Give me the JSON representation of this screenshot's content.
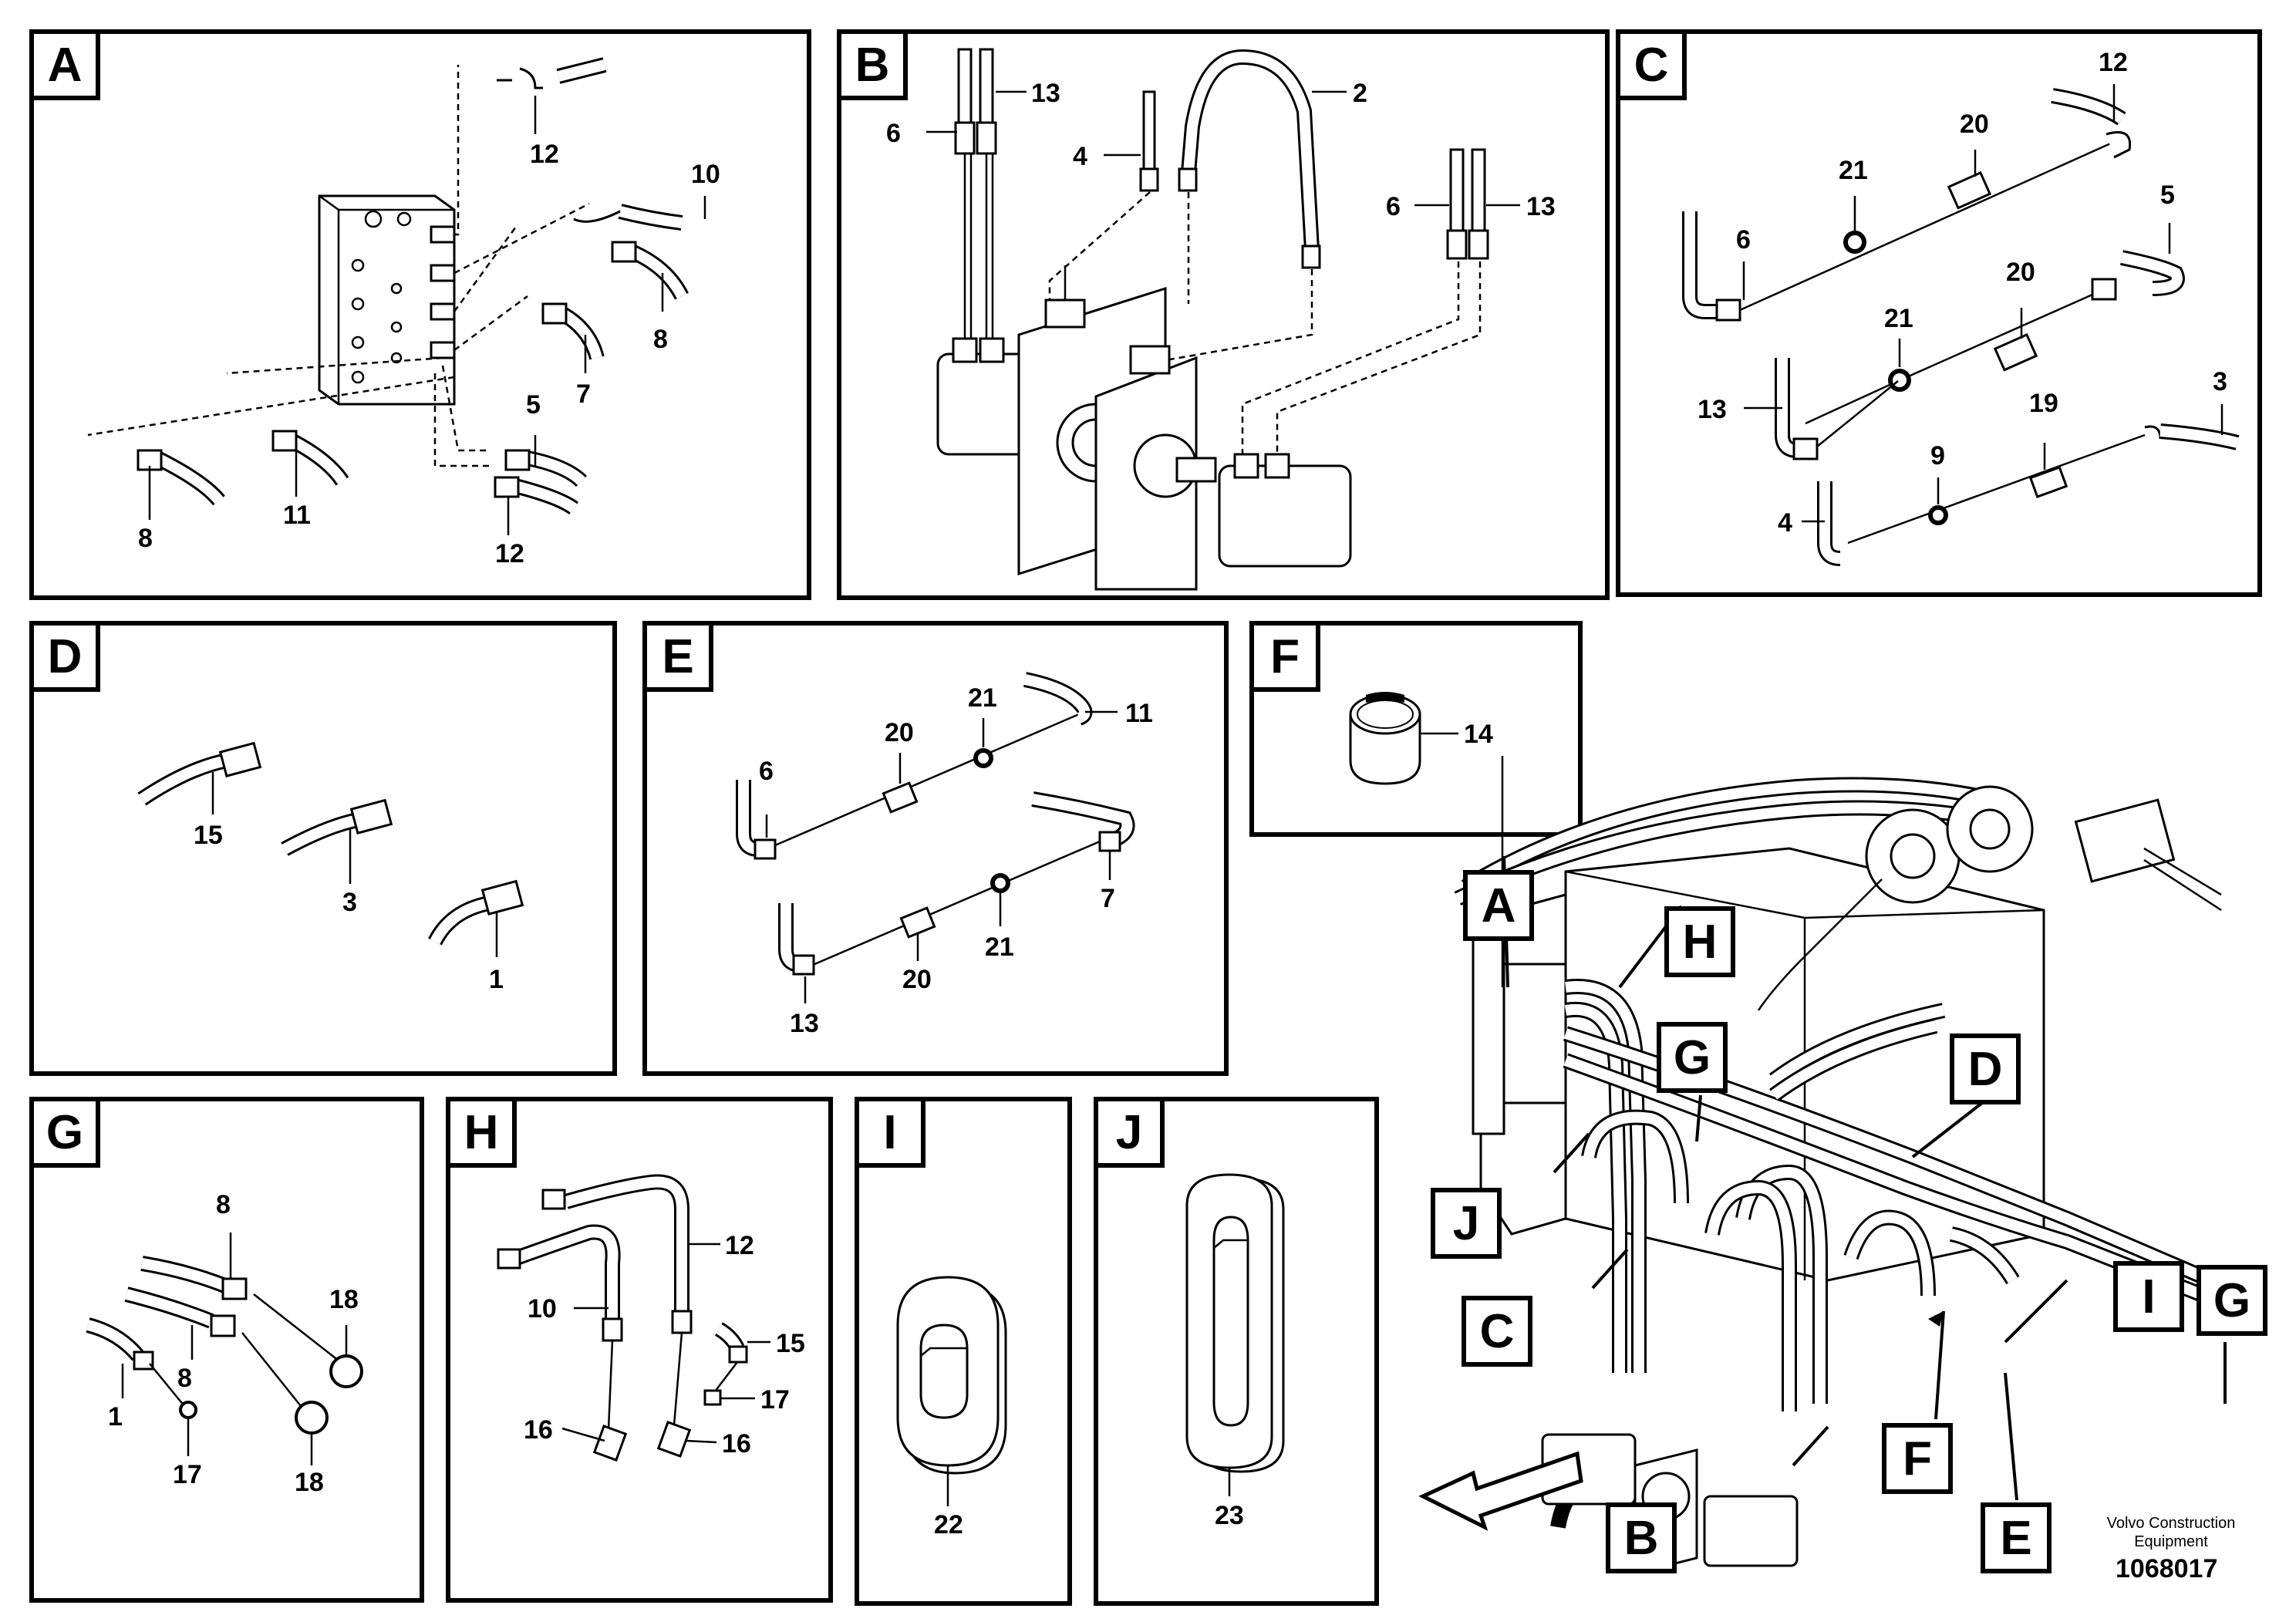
{
  "panels": {
    "A": {
      "label": "A",
      "numbers": [
        "12",
        "10",
        "8",
        "7",
        "5",
        "8",
        "11",
        "12"
      ]
    },
    "B": {
      "label": "B",
      "numbers": [
        "13",
        "6",
        "2",
        "4",
        "6",
        "13"
      ]
    },
    "C": {
      "label": "C",
      "numbers": [
        "12",
        "20",
        "21",
        "6",
        "5",
        "20",
        "21",
        "13",
        "3",
        "9",
        "19",
        "4"
      ]
    },
    "D": {
      "label": "D",
      "numbers": [
        "15",
        "3",
        "1"
      ]
    },
    "E": {
      "label": "E",
      "numbers": [
        "21",
        "11",
        "20",
        "6",
        "7",
        "21",
        "20",
        "13"
      ]
    },
    "F": {
      "label": "F",
      "numbers": [
        "14"
      ]
    },
    "G": {
      "label": "G",
      "numbers": [
        "8",
        "18",
        "8",
        "1",
        "18",
        "17"
      ]
    },
    "H": {
      "label": "H",
      "numbers": [
        "12",
        "10",
        "15",
        "17",
        "16",
        "16"
      ]
    },
    "I": {
      "label": "I",
      "numbers": [
        "22"
      ]
    },
    "J": {
      "label": "J",
      "numbers": [
        "23"
      ]
    }
  },
  "overview_callouts": [
    "A",
    "H",
    "G",
    "D",
    "J",
    "C",
    "F",
    "I",
    "G",
    "E",
    "B"
  ],
  "footer": {
    "brand_line1": "Volvo Construction",
    "brand_line2": "Equipment",
    "doc_number": "1068017"
  }
}
